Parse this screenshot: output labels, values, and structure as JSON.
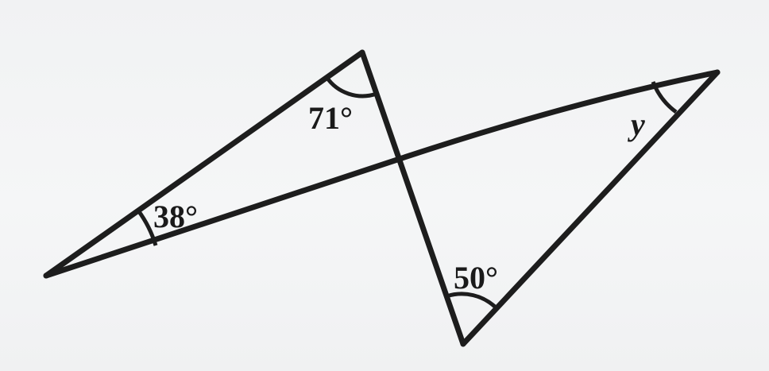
{
  "angles": {
    "top": "71°",
    "left": "38°",
    "bottom": "50°",
    "right": "y"
  },
  "colors": {
    "line": "#1d1d1d",
    "background": "#f3f4f5"
  }
}
